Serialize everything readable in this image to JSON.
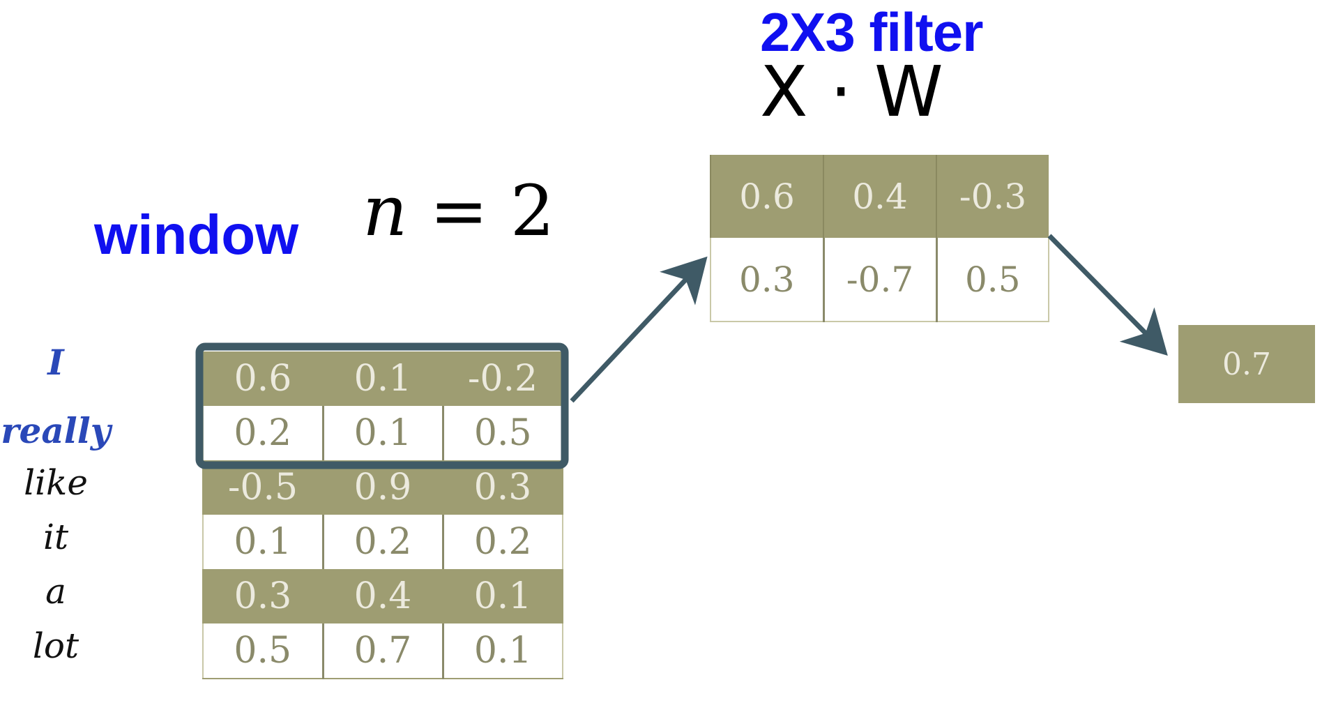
{
  "filter_title": "2X3 filter",
  "operation": "X · W",
  "window": {
    "label": "window",
    "n_var": "n",
    "n_eq": "= 2"
  },
  "words": [
    "I",
    "really",
    "like",
    "it",
    "a",
    "lot"
  ],
  "embedding_matrix": [
    [
      "0.6",
      "0.1",
      "-0.2"
    ],
    [
      "0.2",
      "0.1",
      "0.5"
    ],
    [
      "-0.5",
      "0.9",
      "0.3"
    ],
    [
      "0.1",
      "0.2",
      "0.2"
    ],
    [
      "0.3",
      "0.4",
      "0.1"
    ],
    [
      "0.5",
      "0.7",
      "0.1"
    ]
  ],
  "filter_matrix": [
    [
      "0.6",
      "0.4",
      "-0.3"
    ],
    [
      "0.3",
      "-0.7",
      "0.5"
    ]
  ],
  "output": "0.7",
  "colors": {
    "title_blue": "#1010f0",
    "highlight_word": "#2a48b8",
    "cell_olive": "#9e9d72",
    "arrow_slate": "#3f5a66"
  }
}
